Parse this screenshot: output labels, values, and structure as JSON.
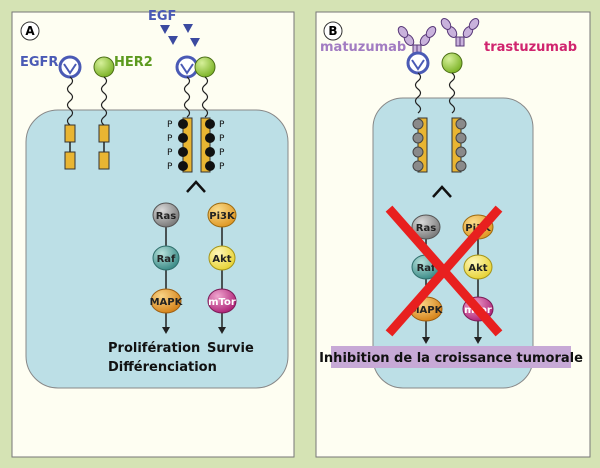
{
  "panel_a": {
    "letter": "A",
    "egfr_label": "EGFR",
    "her2_label": "HER2",
    "egf_label": "EGF",
    "phospho_label": "P",
    "nodes": {
      "ras": "Ras",
      "raf": "Raf",
      "mapk": "MAPK",
      "pi3k": "Pi3K",
      "akt": "Akt",
      "mtor": "mTor"
    },
    "outcome_proliferation": "Prolifération",
    "outcome_survival": "Survie",
    "outcome_differentiation": "Différenciation"
  },
  "panel_b": {
    "letter": "B",
    "antibody_left": "matuzumab",
    "antibody_right": "trastuzumab",
    "nodes": {
      "ras": "Ras",
      "raf": "Raf",
      "mapk": "MAPK",
      "pi3k": "Pi3K",
      "akt": "Akt",
      "mtor": "mTor"
    },
    "result": "Inhibition de la croissance tumorale"
  },
  "colors": {
    "background": "#d5e3b4",
    "panel_fill": "#fefef2",
    "cell_fill": "#bcdfe6",
    "egfr_blue": "#4a5ab5",
    "her2_green": "#9ccc3c",
    "domain_yellow": "#e9b532",
    "ras_gray": "#8e8e8e",
    "raf_teal": "#5fa3a0",
    "mapk_orange": "#e29c2c",
    "pi3k_orange": "#e8a934",
    "akt_yellow": "#f2e35c",
    "mtor_magenta": "#c0308a",
    "matuzumab_purple": "#a27cc2",
    "trastuzumab_pink": "#d0246e",
    "cross_red": "#e8201f",
    "result_banner": "#c7a9d6"
  }
}
